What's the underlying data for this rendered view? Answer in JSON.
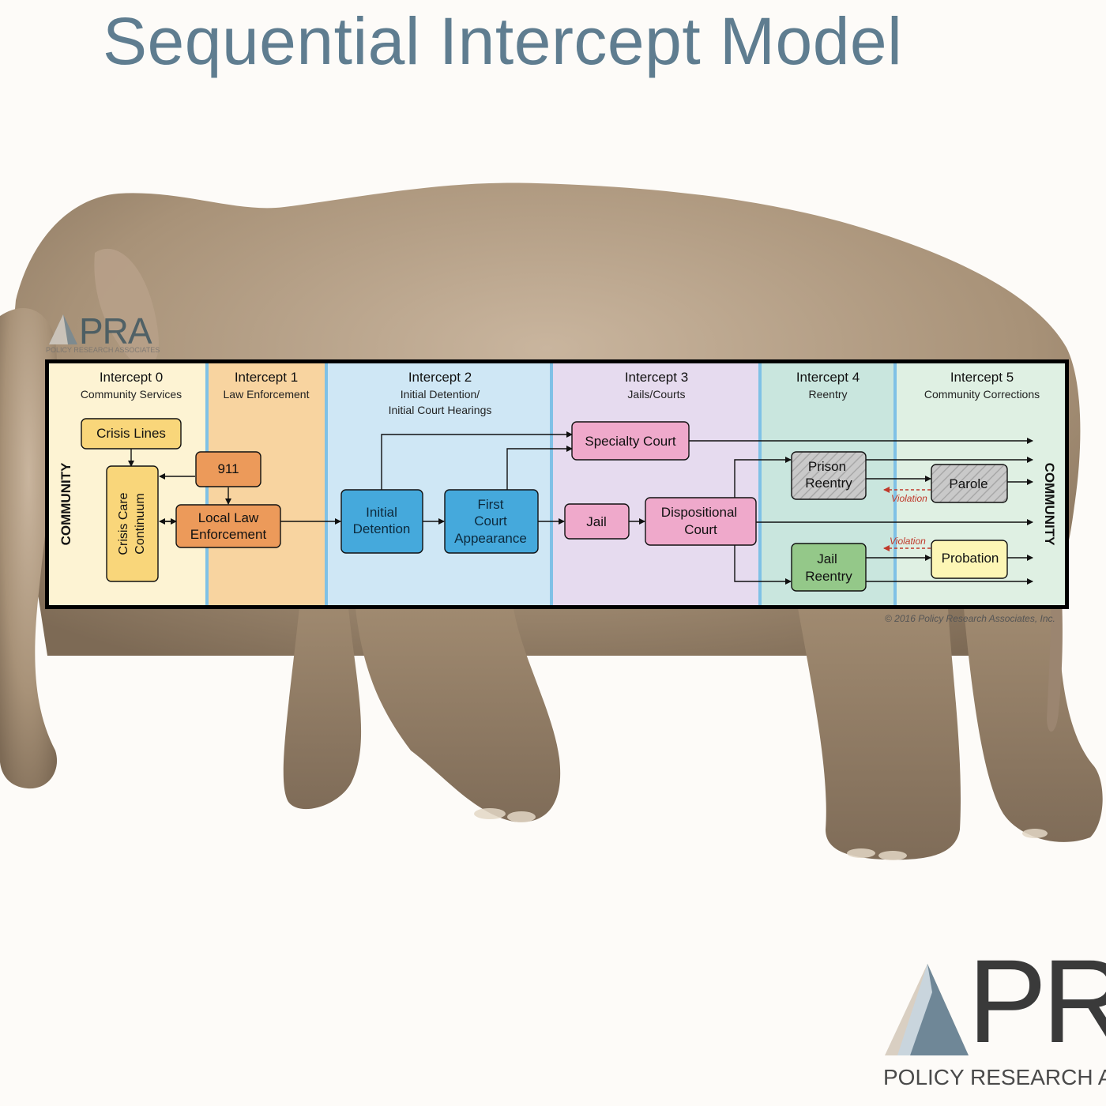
{
  "title": "Sequential Intercept Model",
  "intercepts": [
    {
      "title": "Intercept 0",
      "sub": [
        "Community Services"
      ],
      "color": "#fdf3d3"
    },
    {
      "title": "Intercept 1",
      "sub": [
        "Law Enforcement"
      ],
      "color": "#f8d4a0"
    },
    {
      "title": "Intercept 2",
      "sub": [
        "Initial Detention/",
        "Initial Court Hearings"
      ],
      "color": "#cfe7f5"
    },
    {
      "title": "Intercept 3",
      "sub": [
        "Jails/Courts"
      ],
      "color": "#e6dbef"
    },
    {
      "title": "Intercept 4",
      "sub": [
        "Reentry"
      ],
      "color": "#c9e6de"
    },
    {
      "title": "Intercept 5",
      "sub": [
        "Community Corrections"
      ],
      "color": "#dff0e3"
    }
  ],
  "side_labels": {
    "left": "COMMUNITY",
    "right": "COMMUNITY"
  },
  "nodes": {
    "crisis_lines": "Crisis Lines",
    "crisis_care": [
      "Crisis Care",
      "Continuum"
    ],
    "n911": "911",
    "local_law": [
      "Local Law",
      "Enforcement"
    ],
    "initial_detention": [
      "Initial",
      "Detention"
    ],
    "first_court": [
      "First",
      "Court",
      "Appearance"
    ],
    "specialty_court": "Specialty Court",
    "jail": "Jail",
    "dispositional_court": [
      "Dispositional",
      "Court"
    ],
    "prison_reentry": [
      "Prison",
      "Reentry"
    ],
    "jail_reentry": [
      "Jail",
      "Reentry"
    ],
    "parole": "Parole",
    "probation": "Probation"
  },
  "violation_label": "Violation",
  "copyright": "© 2016 Policy Research Associates, Inc.",
  "small_logo": {
    "text": "PRA",
    "sub": "POLICY RESEARCH ASSOCIATES"
  },
  "logo": {
    "text": "PRA",
    "sub": "POLICY RESEARCH ASSOCIATES"
  },
  "colors": {
    "title": "#5f7d90",
    "yellow_node": "#f9d67a",
    "orange_node": "#ec9a5a",
    "blue_node": "#45a9dc",
    "pink_node": "#efa9cb",
    "gray_node": "#c9c9c9",
    "green_node": "#94c889",
    "light_yellow_node": "#fdf6b5",
    "divider": "#7fc1e6",
    "violation": "#c0392b"
  }
}
